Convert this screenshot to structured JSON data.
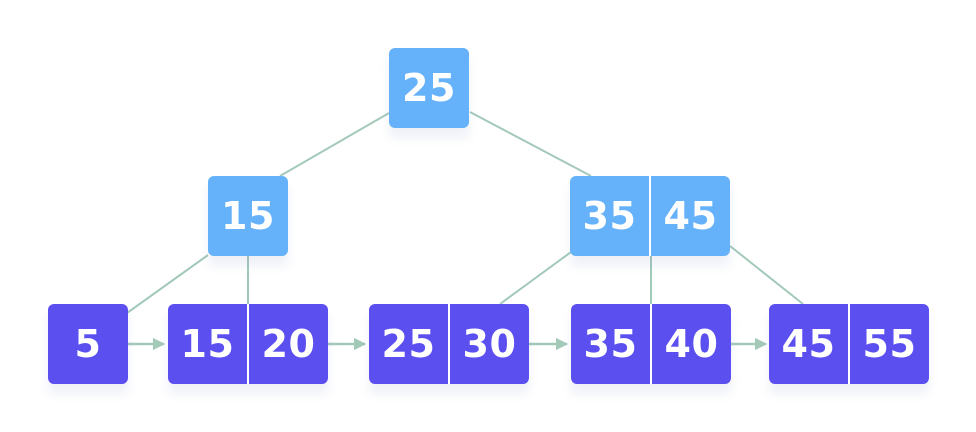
{
  "colors": {
    "internal_node": "#65b2fb",
    "leaf_node": "#5b4ff0",
    "edge": "#a3c9b9",
    "key_text": "#ffffff"
  },
  "tree": {
    "root": {
      "keys": [
        "25"
      ]
    },
    "internal": [
      {
        "keys": [
          "15"
        ]
      },
      {
        "keys": [
          "35",
          "45"
        ]
      }
    ],
    "leaves": [
      {
        "keys": [
          "5"
        ]
      },
      {
        "keys": [
          "15",
          "20"
        ]
      },
      {
        "keys": [
          "25",
          "30"
        ]
      },
      {
        "keys": [
          "35",
          "40"
        ]
      },
      {
        "keys": [
          "45",
          "55"
        ]
      }
    ]
  }
}
